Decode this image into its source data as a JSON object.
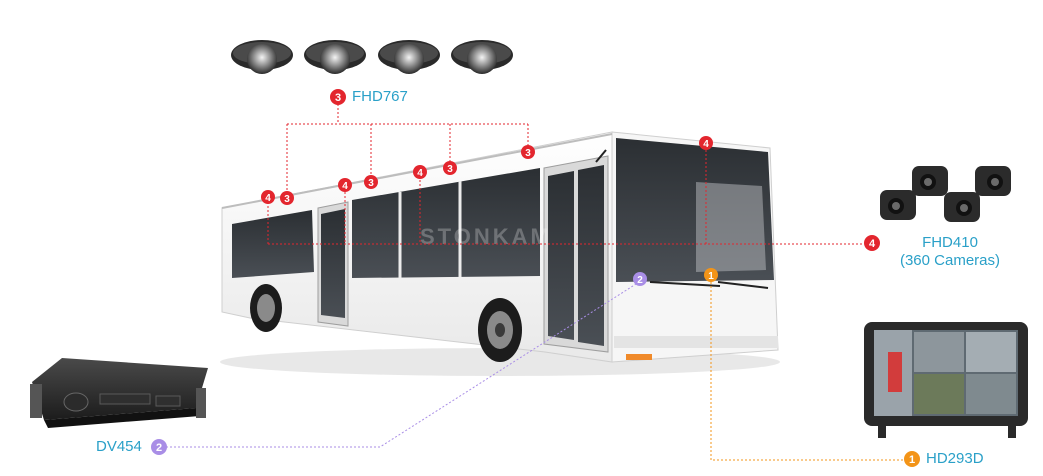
{
  "colors": {
    "red": "#e3262e",
    "purple": "#a98ee6",
    "orange": "#f39418",
    "label": "#2aa0c8"
  },
  "products": {
    "fhd767": {
      "badge": "3",
      "label": "FHD767"
    },
    "fhd410": {
      "badge": "4",
      "label_line1": "FHD410",
      "label_line2": "(360 Cameras)"
    },
    "dv454": {
      "badge": "2",
      "label": "DV454"
    },
    "hd293d": {
      "badge": "1",
      "label": "HD293D"
    }
  },
  "bus_markers": [
    {
      "badge": "3"
    },
    {
      "badge": "3"
    },
    {
      "badge": "3"
    },
    {
      "badge": "3"
    },
    {
      "badge": "4"
    },
    {
      "badge": "4"
    },
    {
      "badge": "4"
    },
    {
      "badge": "4"
    },
    {
      "badge": "2"
    },
    {
      "badge": "1"
    }
  ],
  "watermark": "STONKAM"
}
